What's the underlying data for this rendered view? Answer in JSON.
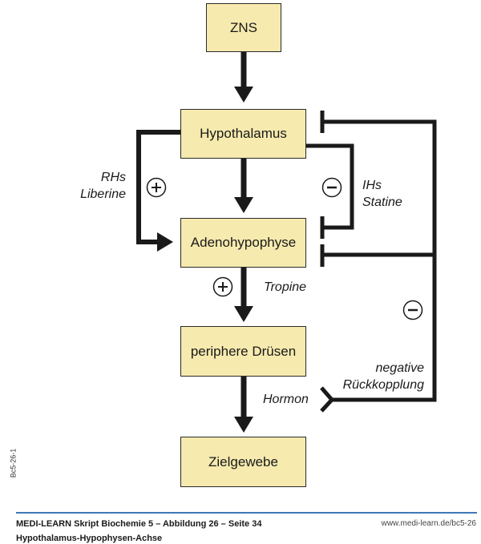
{
  "diagram": {
    "title": "Hypothalamus-Hypophysen-Achse",
    "nodes": {
      "zns": "ZNS",
      "hypothalamus": "Hypothalamus",
      "adenohypophyse": "Adenohypophyse",
      "periphere_druesen": "periphere Drüsen",
      "zielgewebe": "Zielgewebe"
    },
    "labels": {
      "rhs_line1": "RHs",
      "rhs_line2": "Liberine",
      "ihs_line1": "IHs",
      "ihs_line2": "Statine",
      "tropine": "Tropine",
      "hormon": "Hormon",
      "feedback_line1": "negative",
      "feedback_line2": "Rückkopplung"
    },
    "signs": {
      "stimulation": "+",
      "inhibition": "−"
    },
    "colors": {
      "box_fill": "#f6eaae",
      "line": "#1a1a1a",
      "footer_rule": "#3d78b8"
    }
  },
  "footer": {
    "source_line": "MEDI-LEARN Skript Biochemie 5 – Abbildung 26 – Seite 34",
    "caption": "Hypothalamus-Hypophysen-Achse",
    "url": "www.medi-learn.de/bc5-26",
    "figure_code": "Bc5-26-1"
  }
}
